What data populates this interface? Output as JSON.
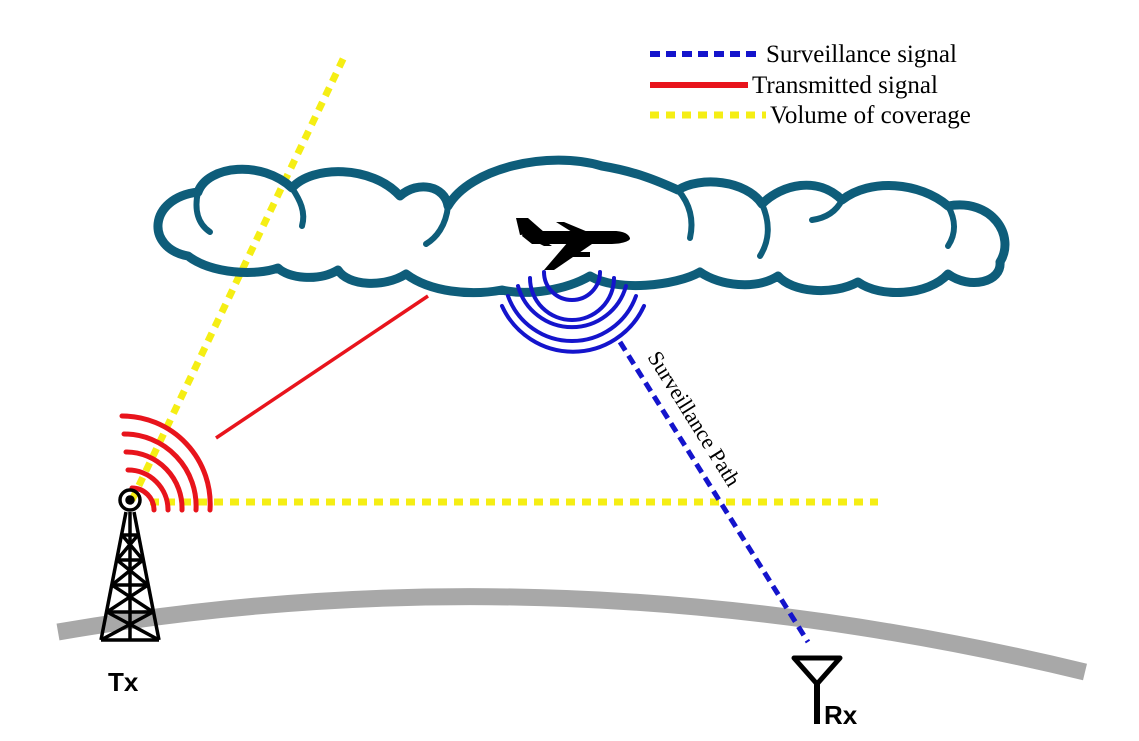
{
  "legend": {
    "surveillance_label": "Surveillance signal",
    "transmitted_label": "Transmitted signal",
    "coverage_label": "Volume of coverage"
  },
  "labels": {
    "tx": "Tx",
    "rx": "Rx",
    "path": "Surveillance Path"
  },
  "colors": {
    "surveillance": "#1414cc",
    "transmitted": "#e8141c",
    "coverage": "#f5ee14",
    "cloud": "#0e5d7a",
    "ground": "#a8a8a8",
    "aircraft": "#000000",
    "tower": "#000000"
  },
  "icons": {
    "aircraft": "airplane-icon",
    "transmitter": "radio-tower-icon",
    "receiver": "antenna-icon"
  }
}
